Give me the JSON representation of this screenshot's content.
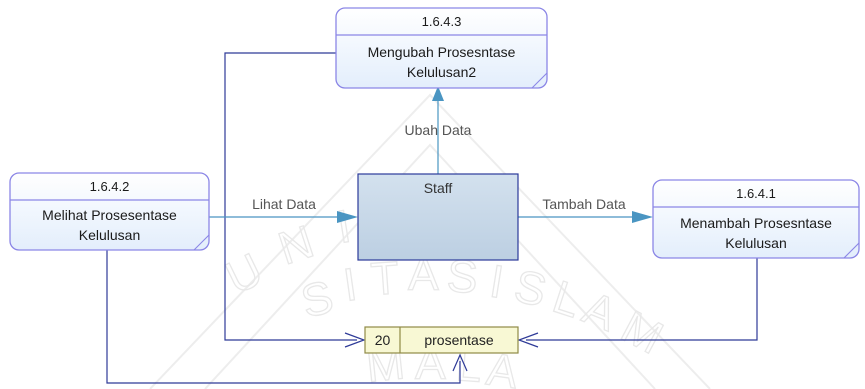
{
  "processes": [
    {
      "id": "1.6.4.3",
      "label_lines": [
        "Mengubah Prosesntase",
        "Kelulusan2"
      ]
    },
    {
      "id": "1.6.4.2",
      "label_lines": [
        "Melihat Prosesentase",
        "Kelulusan"
      ]
    },
    {
      "id": "1.6.4.1",
      "label_lines": [
        "Menambah Prosesntase",
        "Kelulusan"
      ]
    }
  ],
  "entity": {
    "label": "Staff"
  },
  "flows": {
    "ubah": "Ubah Data",
    "lihat": "Lihat Data",
    "tambah": "Tambah Data"
  },
  "datastore": {
    "number": "20",
    "name": "prosentase"
  },
  "colors": {
    "process_border": "#8b86e6",
    "process_fill": "#f2f8ff",
    "entity_fill": "#c6d7e6",
    "entity_border": "#2b3a9a",
    "store_fill": "#f8f8d4",
    "store_border": "#8f8a46",
    "line_dark": "#2e3a98",
    "line_light": "#4a95c2",
    "watermark": "#e6e6e6"
  }
}
